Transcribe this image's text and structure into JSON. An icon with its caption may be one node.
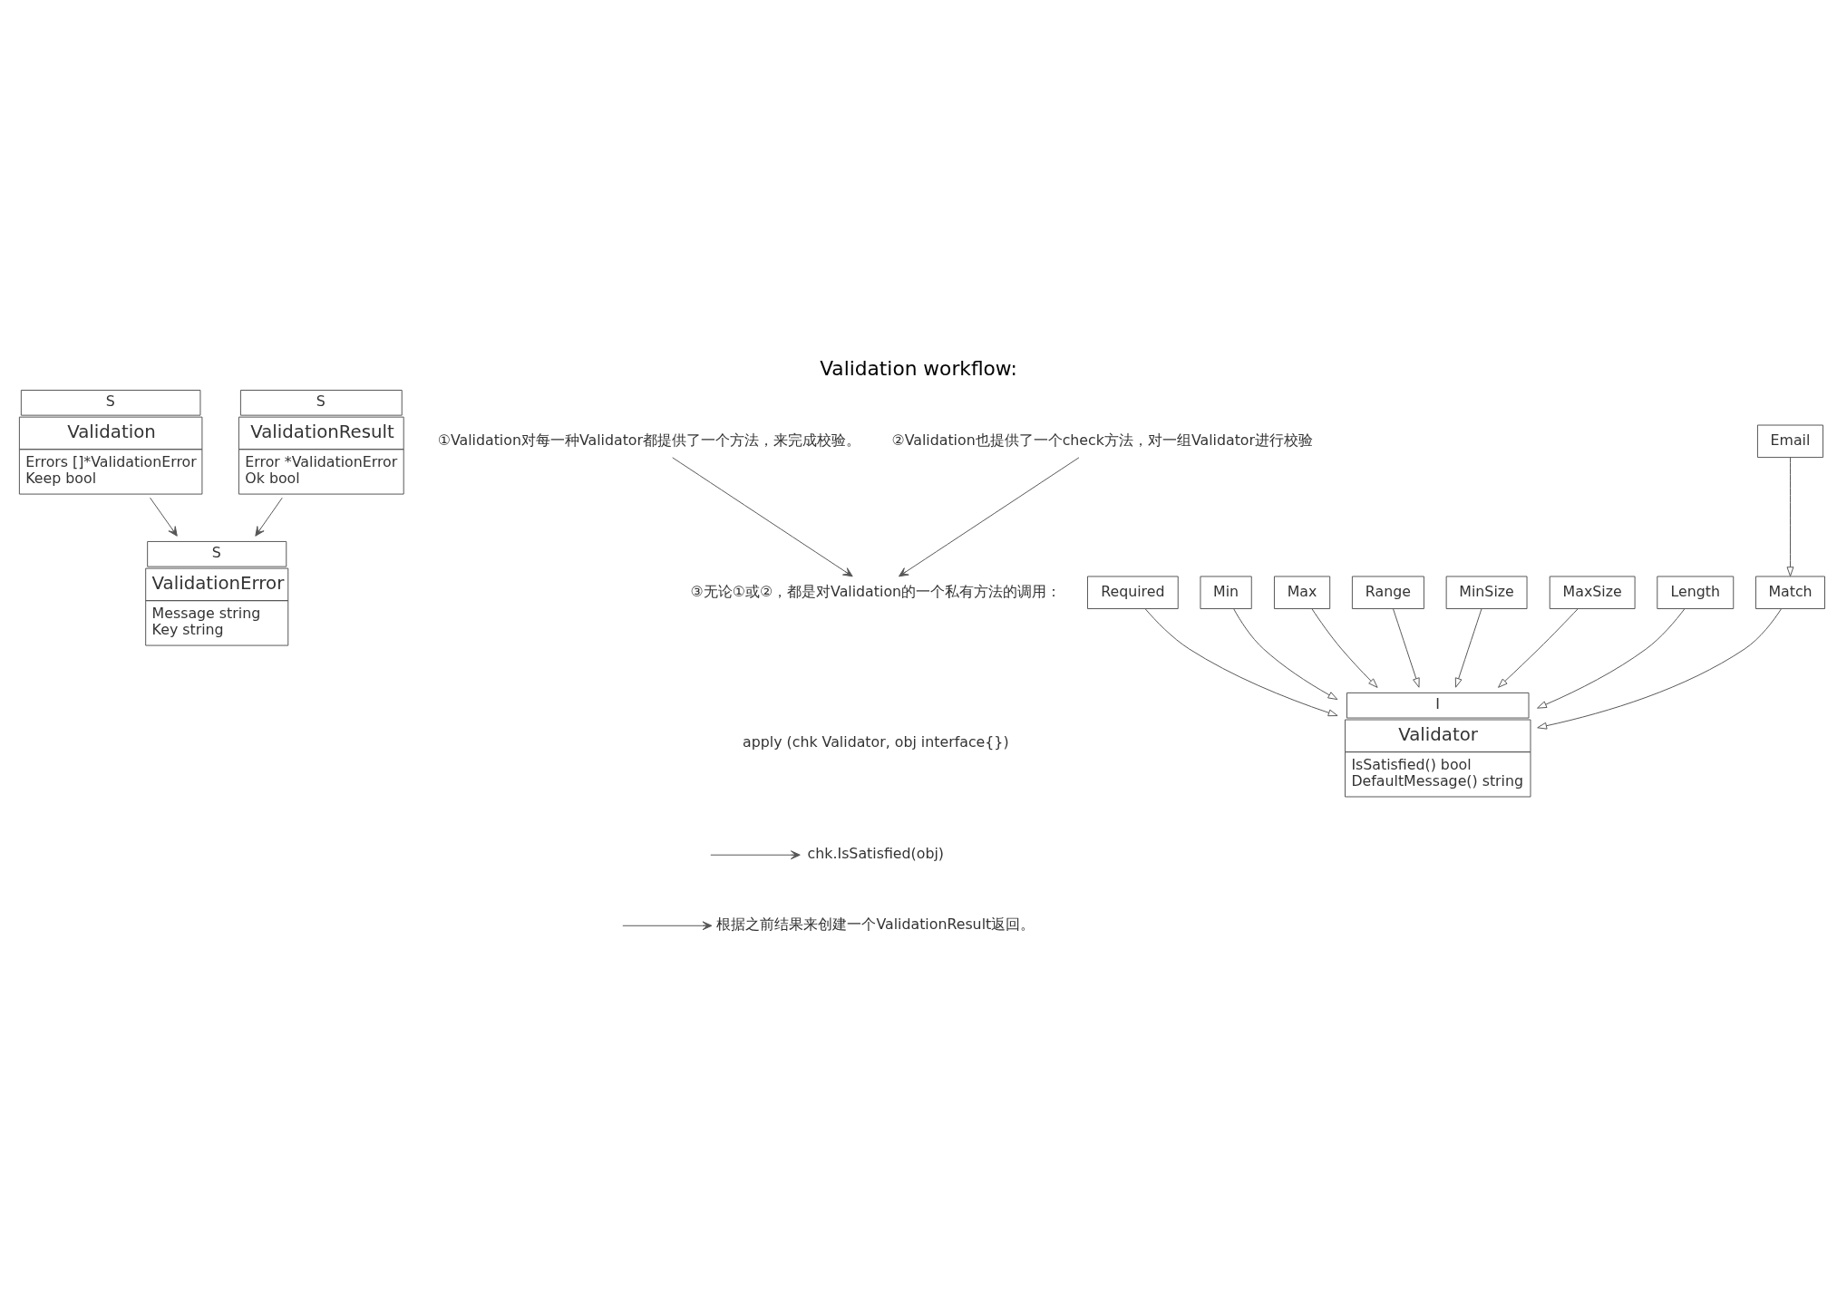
{
  "diagram": {
    "title": "Validation workflow:",
    "nodes": [
      {
        "text": [
          "S",
          "Validation",
          "Errors []*ValidationError",
          "Keep bool"
        ]
      },
      {
        "text": [
          "S",
          "ValidationError",
          "Message string",
          "Key string"
        ]
      },
      {
        "text": [
          "①Validation对每一种Validator都提供了一个方法，来完成校验。"
        ]
      },
      {
        "text": [
          "②Validation也提供了一个check方法，对一组Validator进行校验"
        ]
      },
      {
        "text": [
          "③无论①或②，都是对Validation的一个私有方法的调用："
        ]
      },
      {
        "text": [
          "chk.IsSatisfied(obj)"
        ]
      },
      {
        "text": [
          "根据之前结果来创建一个ValidationResult返回。"
        ]
      },
      {
        "text": [
          "S",
          "ValidationResult",
          "Error *ValidationError",
          "Ok bool"
        ]
      },
      {
        "text": [
          "I",
          "Validator",
          "IsSatisfied() bool",
          "DefaultMessage() string"
        ]
      },
      {
        "text": [
          "Required"
        ]
      },
      {
        "text": [
          "Min"
        ]
      },
      {
        "text": [
          "Max"
        ]
      },
      {
        "text": [
          "Range"
        ]
      },
      {
        "text": [
          "MinSize"
        ]
      },
      {
        "text": [
          "MaxSize"
        ]
      },
      {
        "text": [
          "Length"
        ]
      },
      {
        "text": [
          "Match"
        ]
      },
      {
        "text": [
          "Email"
        ]
      }
    ],
    "edges": [
      {
        "from": 0,
        "to": 1,
        "arrow": "to"
      },
      {
        "from": 7,
        "to": 1,
        "arrow": "to"
      },
      {
        "from": 2,
        "to": 4,
        "arrow": "to"
      },
      {
        "from": 3,
        "to": 4,
        "arrow": "to"
      },
      {
        "from": null,
        "to": 5,
        "arrow": "to"
      },
      {
        "from": null,
        "to": 6,
        "arrow": "to"
      },
      {
        "from": 9,
        "to": 8,
        "arrow": "to"
      },
      {
        "from": 10,
        "to": 8,
        "arrow": "to"
      },
      {
        "from": 11,
        "to": 8,
        "arrow": "to"
      },
      {
        "from": 12,
        "to": 8,
        "arrow": "to"
      },
      {
        "from": 13,
        "to": 8,
        "arrow": "to"
      },
      {
        "from": 14,
        "to": 8,
        "arrow": "to"
      },
      {
        "from": 15,
        "to": 8,
        "arrow": "to"
      },
      {
        "from": 16,
        "to": 8,
        "arrow": "to"
      },
      {
        "from": 17,
        "to": 16,
        "arrow": "to"
      }
    ],
    "labels": [
      "apply (chk Validator, obj interface{})"
    ]
  }
}
